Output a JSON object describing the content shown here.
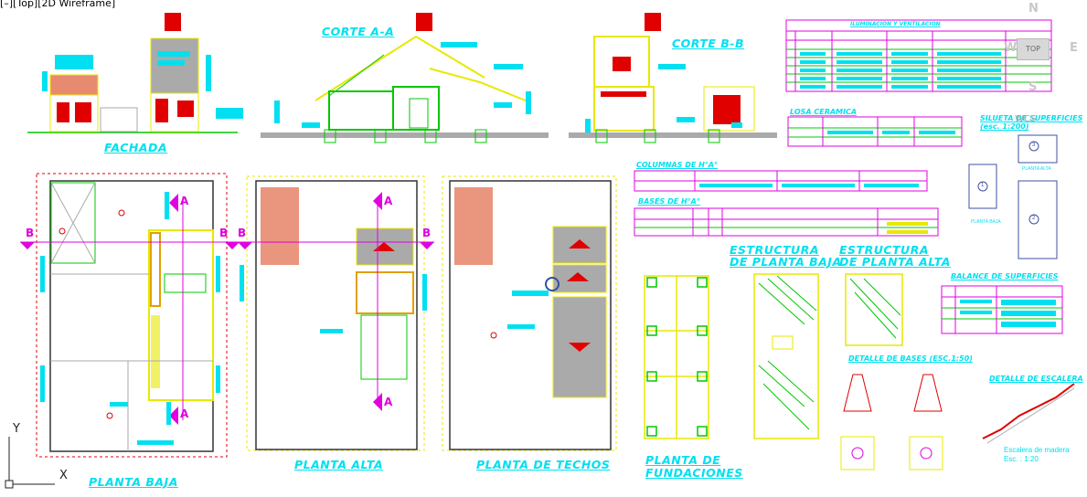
{
  "viewport": {
    "label": "[–][Top][2D Wireframe]"
  },
  "drawing": {
    "titles": {
      "fachada": "FACHADA",
      "corte_a": "CORTE A-A",
      "corte_b": "CORTE B-B",
      "planta_baja": "PLANTA BAJA",
      "planta_alta": "PLANTA ALTA",
      "planta_techos": "PLANTA DE TECHOS",
      "planta_fundaciones_1": "PLANTA DE",
      "planta_fundaciones_2": "FUNDACIONES",
      "estructura_baja_1": "ESTRUCTURA",
      "estructura_baja_2": "DE PLANTA BAJA",
      "estructura_alta_1": "ESTRUCTURA",
      "estructura_alta_2": "DE PLANTA ALTA"
    },
    "subtitles": {
      "iluminacion": "ILUMINACION Y VENTILACION",
      "losa": "LOSA CERAMICA",
      "silueta": "SILUETA DE SUPERFICIES",
      "silueta_esc": "(esc. 1:200)",
      "columnas": "COLUMNAS DE H°A°",
      "bases": "BASES DE H°A°",
      "balance": "BALANCE DE SUPERFICIES",
      "detalle_bases": "DETALLE DE BASES (ESC.1:50)",
      "detalle_escalera": "DETALLE DE ESCALERA",
      "escalera_madera": "Escalera de madera",
      "escalera_esc": "Esc. : 1:20"
    },
    "section_markers": {
      "a": "A",
      "b": "B"
    },
    "silueta_labels": {
      "planta_alta": "PLANTA ALTA",
      "planta_baja": "PLANTA BAJA",
      "n1": "1",
      "n2": "2",
      "n3": "3"
    }
  },
  "viewcube": {
    "north": "N",
    "south": "S",
    "east": "E",
    "west": "W",
    "top": "TOP",
    "wcs": "WCS"
  },
  "ucs": {
    "x": "X",
    "y": "Y"
  },
  "colors": {
    "cyan": "#00e0f0",
    "magenta": "#e000e0",
    "yellow": "#e8e800",
    "green": "#00c800",
    "red": "#e00000",
    "gray": "#aaaaaa"
  }
}
